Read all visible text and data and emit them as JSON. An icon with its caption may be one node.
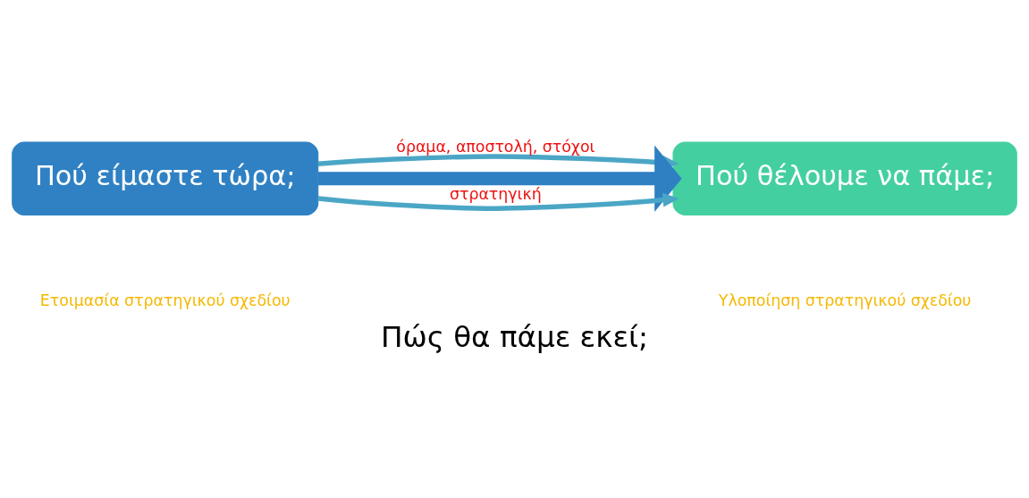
{
  "diagram": {
    "title": "Πώς θα πάμε εκεί;",
    "nodes": [
      {
        "text": [
          "Πού είμαστε τώρα;"
        ]
      },
      {
        "text": [
          "Πού θέλουμε να πάμε;"
        ]
      }
    ],
    "edges": [
      {
        "from": 0,
        "to": 1,
        "arrow": "to",
        "label": "όραμα, αποστολή, στόχοι"
      },
      {
        "from": 0,
        "to": 1,
        "arrow": "to",
        "style": "thick",
        "color": "#2e80c2"
      },
      {
        "from": 0,
        "to": 1,
        "arrow": "to",
        "label": "στρατηγική"
      }
    ],
    "labels": [
      "Ετοιμασία στρατηγικού σχεδίου",
      "Υλοποίηση στρατηγικού σχεδίου"
    ]
  }
}
